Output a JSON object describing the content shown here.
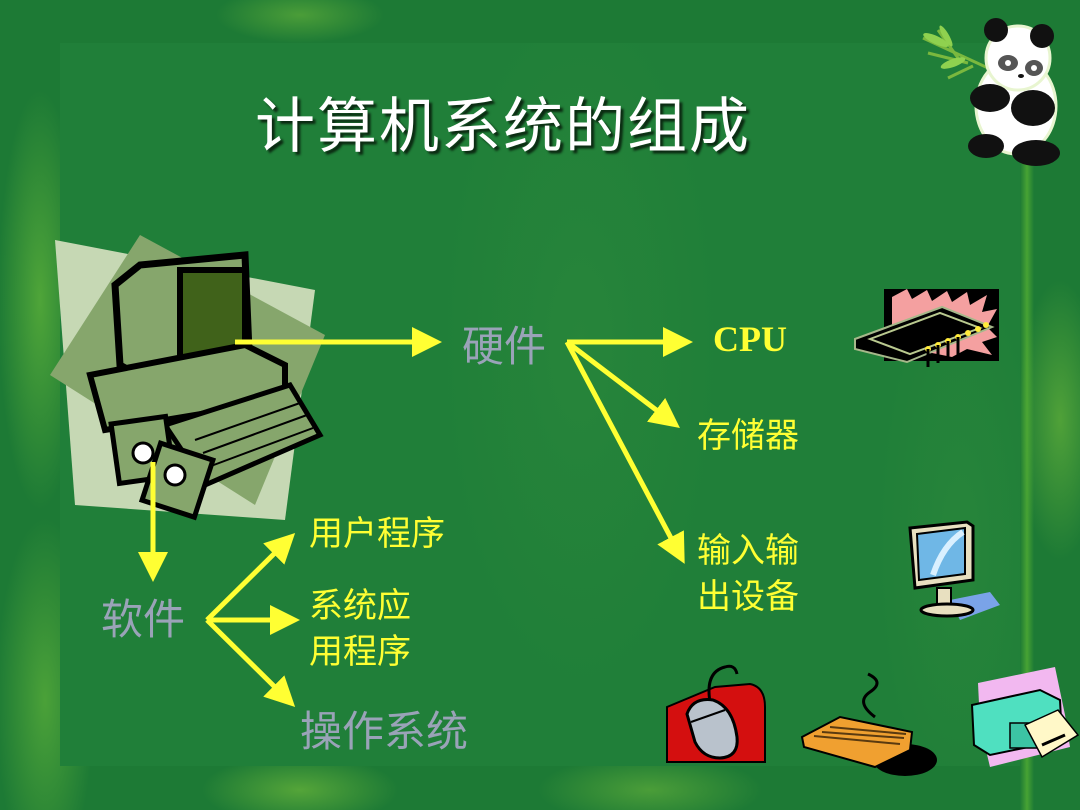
{
  "slide": {
    "title": "计算机系统的组成",
    "colors": {
      "background": "#1d7a35",
      "panel": "#207f39",
      "title_text": "#ffffff",
      "arrow": "#ffff33",
      "category_text": "#9aa3b8",
      "item_text": "#ffff33"
    },
    "diagram": {
      "root": {
        "icon": "computer-icon"
      },
      "hardware": {
        "label": "硬件",
        "children": [
          {
            "label": "CPU",
            "icon": "cpu-chip-icon"
          },
          {
            "label": "存储器"
          },
          {
            "label_line1": "输入输",
            "label_line2": "出设备",
            "icons": [
              "monitor-icon",
              "mouse-icon",
              "keyboard-icon",
              "printer-icon"
            ]
          }
        ]
      },
      "software": {
        "label": "软件",
        "children": [
          {
            "label": "用户程序"
          },
          {
            "label_line1": "系统应",
            "label_line2": "用程序"
          },
          {
            "label": "操作系统"
          }
        ]
      }
    },
    "decorations": [
      "panda-with-bamboo-icon"
    ]
  }
}
